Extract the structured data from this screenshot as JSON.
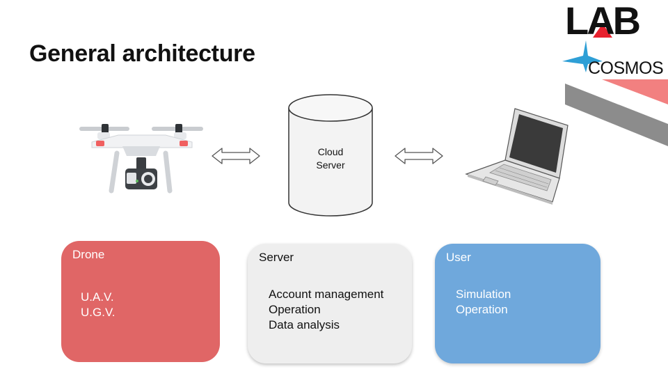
{
  "slide": {
    "title": "General architecture"
  },
  "logo": {
    "lab_text": "LAB",
    "cosmos_text": "COSMOS",
    "colors": {
      "red": "#e8212e",
      "blue": "#2e9fd6",
      "dark": "#111111"
    }
  },
  "diagram": {
    "cloud_label": [
      "Cloud",
      "Server"
    ],
    "nodes": [
      {
        "icon": "drone-icon"
      },
      {
        "icon": "cloud-server-cylinder"
      },
      {
        "icon": "laptop-icon"
      }
    ],
    "connectors": [
      {
        "from": "drone",
        "to": "cloud-server",
        "type": "double-arrow"
      },
      {
        "from": "cloud-server",
        "to": "user-laptop",
        "type": "double-arrow"
      }
    ]
  },
  "boxes": {
    "drone": {
      "heading": "Drone",
      "lines": [
        "U.A.V.",
        "U.G.V."
      ],
      "color": "#e06666"
    },
    "server": {
      "heading": "Server",
      "lines": [
        "Account management",
        "Operation",
        "Data analysis"
      ],
      "color": "#eeeeee"
    },
    "user": {
      "heading": "User",
      "lines": [
        "Simulation",
        "Operation"
      ],
      "color": "#6fa8dc"
    }
  }
}
